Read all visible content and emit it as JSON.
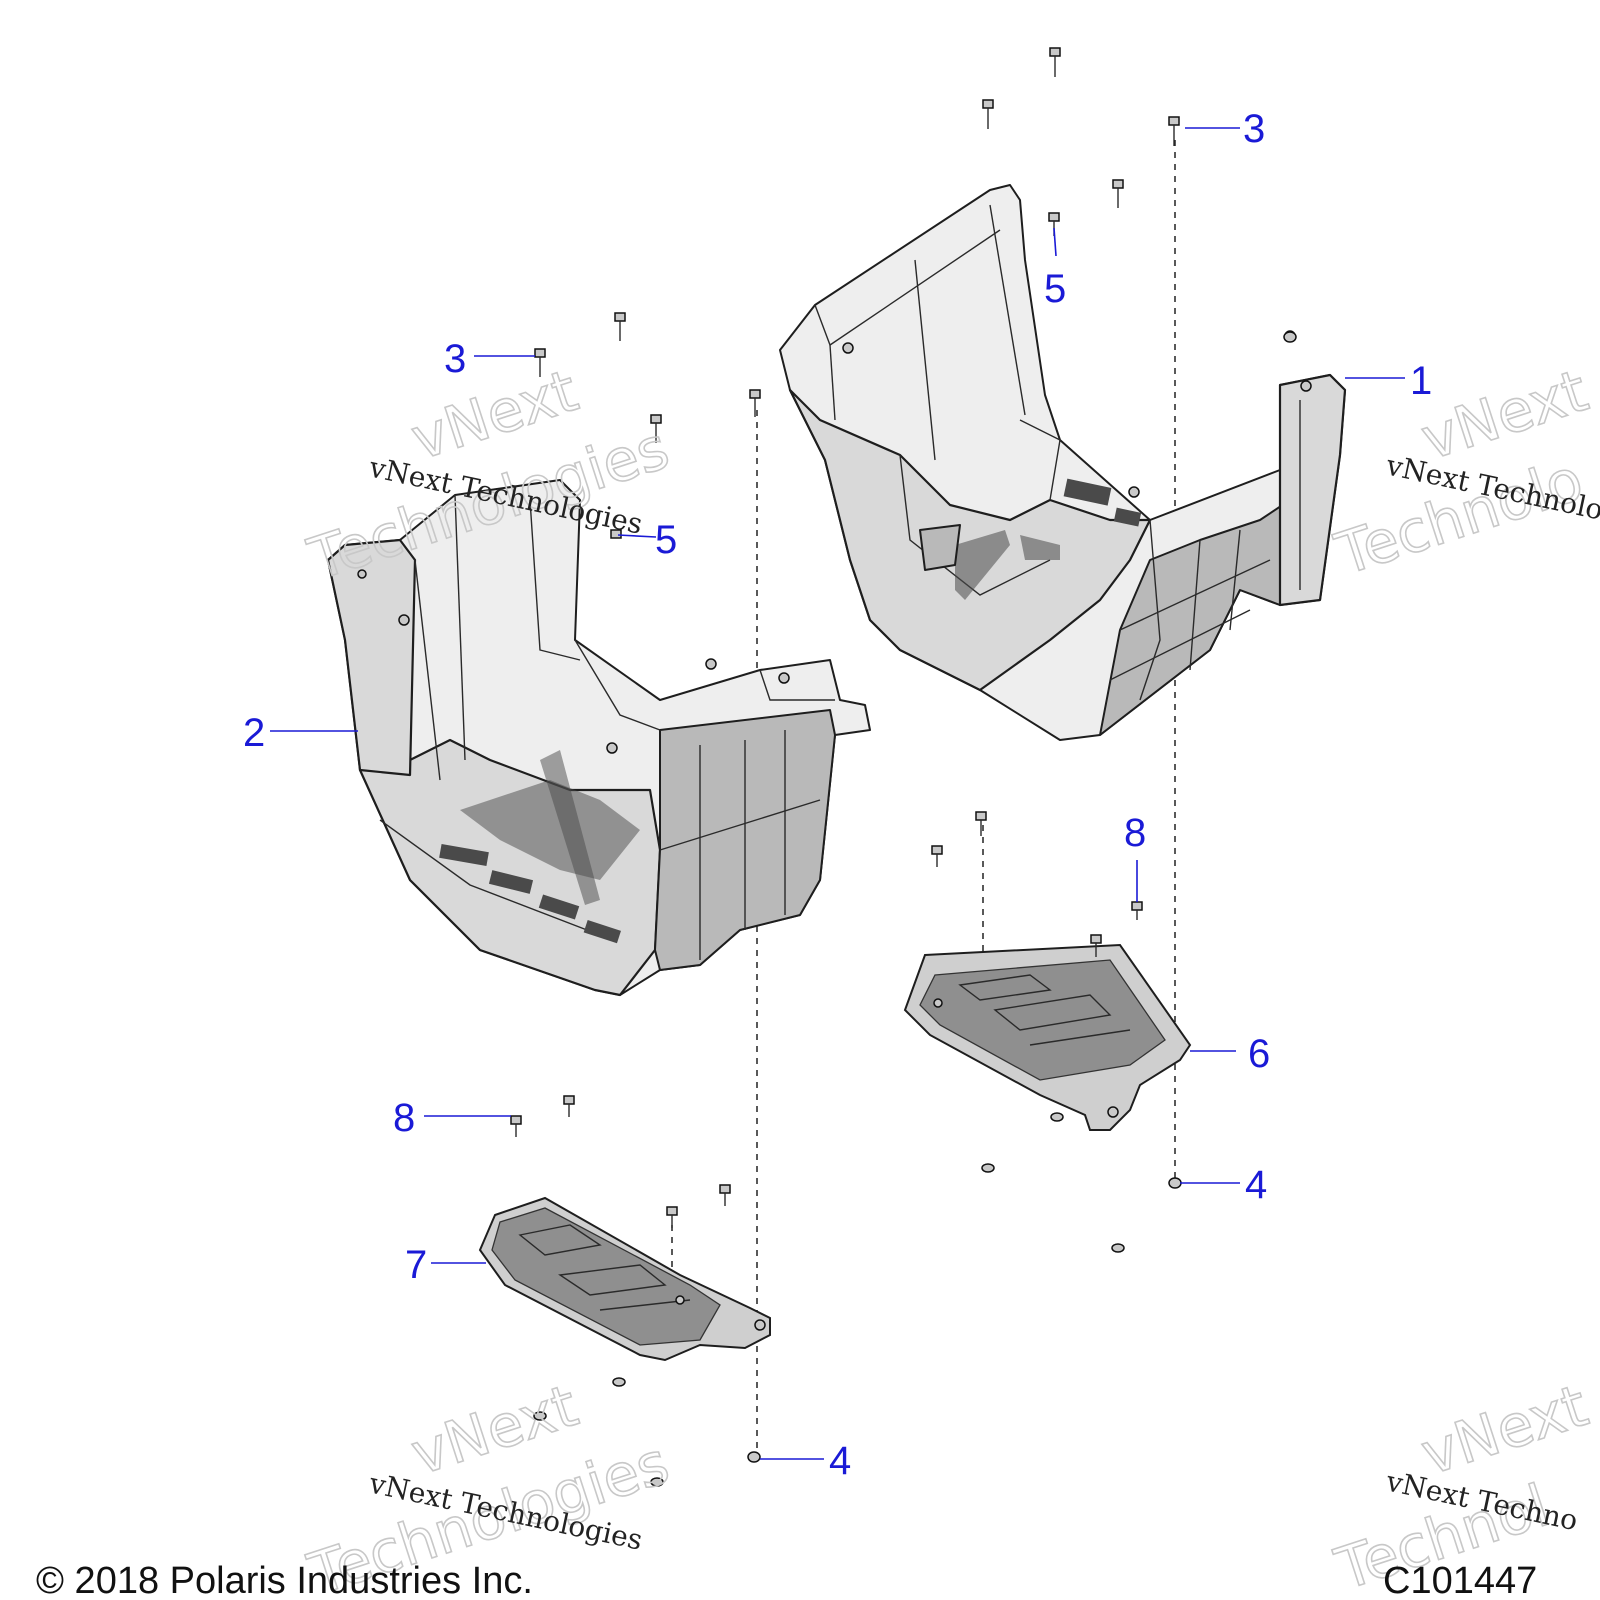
{
  "callouts": {
    "c1": "1",
    "c2": "2",
    "c3a": "3",
    "c3b": "3",
    "c4a": "4",
    "c4b": "4",
    "c5a": "5",
    "c5b": "5",
    "c6": "6",
    "c7": "7",
    "c8a": "8",
    "c8b": "8"
  },
  "watermarks": {
    "line1": "vNext Technologies",
    "big1": "vNext",
    "big2": "Technologies",
    "line2": "vNext Technologies",
    "big3": "vNext",
    "big4": "Technologies",
    "line3": "vNext Technolo",
    "big5": "vNext",
    "big6": "Technolo",
    "line4": "vNext Techno",
    "big7": "vNext",
    "big8": "Technol"
  },
  "footer": {
    "copyright": "© 2018 Polaris Industries Inc.",
    "drawing_number": "C101447"
  },
  "colors": {
    "callout": "#1a1ad6",
    "part_fill": "#d9d9d9",
    "outline": "#1e1e1e"
  }
}
